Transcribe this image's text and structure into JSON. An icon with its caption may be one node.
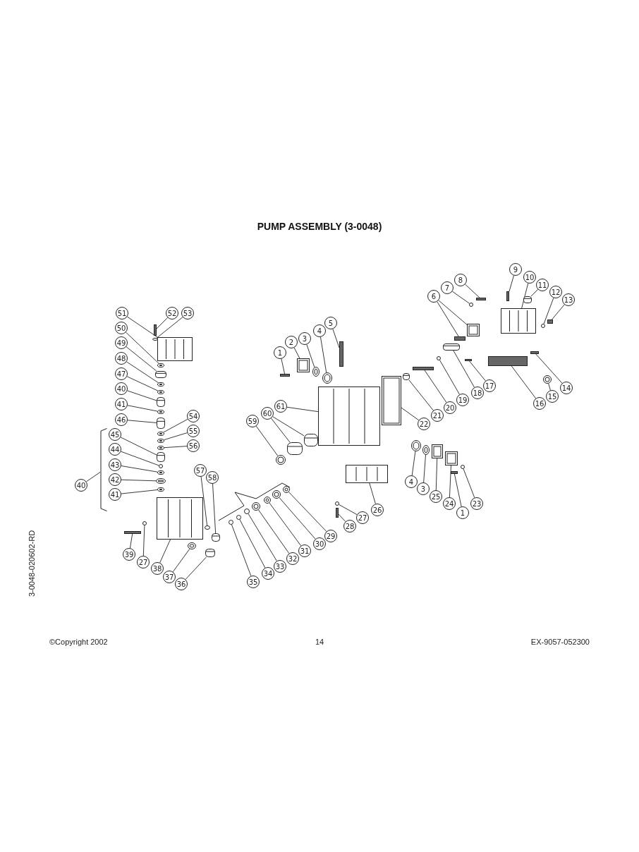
{
  "diagram": {
    "title": "PUMP ASSEMBLY (3-0048)",
    "nodes": [
      {
        "text": [
          "51"
        ]
      },
      {
        "text": [
          "52"
        ]
      },
      {
        "text": [
          "53"
        ]
      },
      {
        "text": [
          "50"
        ]
      },
      {
        "text": [
          "49"
        ]
      },
      {
        "text": [
          "48"
        ]
      },
      {
        "text": [
          "47"
        ]
      },
      {
        "text": [
          "40"
        ]
      },
      {
        "text": [
          "41"
        ]
      },
      {
        "text": [
          "46"
        ]
      },
      {
        "text": [
          "54"
        ]
      },
      {
        "text": [
          "55"
        ]
      },
      {
        "text": [
          "56"
        ]
      },
      {
        "text": [
          "45"
        ]
      },
      {
        "text": [
          "44"
        ]
      },
      {
        "text": [
          "43"
        ]
      },
      {
        "text": [
          "42"
        ]
      },
      {
        "text": [
          "41"
        ]
      },
      {
        "text": [
          "40"
        ]
      },
      {
        "text": [
          "57"
        ]
      },
      {
        "text": [
          "58"
        ]
      },
      {
        "text": [
          "39"
        ]
      },
      {
        "text": [
          "27"
        ]
      },
      {
        "text": [
          "38"
        ]
      },
      {
        "text": [
          "37"
        ]
      },
      {
        "text": [
          "36"
        ]
      },
      {
        "text": [
          "1"
        ]
      },
      {
        "text": [
          "2"
        ]
      },
      {
        "text": [
          "3"
        ]
      },
      {
        "text": [
          "4"
        ]
      },
      {
        "text": [
          "5"
        ]
      },
      {
        "text": [
          "61"
        ]
      },
      {
        "text": [
          "60"
        ]
      },
      {
        "text": [
          "59"
        ]
      },
      {
        "text": [
          "26"
        ]
      },
      {
        "text": [
          "27"
        ]
      },
      {
        "text": [
          "28"
        ]
      },
      {
        "text": [
          "29"
        ]
      },
      {
        "text": [
          "30"
        ]
      },
      {
        "text": [
          "31"
        ]
      },
      {
        "text": [
          "32"
        ]
      },
      {
        "text": [
          "33"
        ]
      },
      {
        "text": [
          "34"
        ]
      },
      {
        "text": [
          "35"
        ]
      },
      {
        "text": [
          "9"
        ]
      },
      {
        "text": [
          "10"
        ]
      },
      {
        "text": [
          "11"
        ]
      },
      {
        "text": [
          "12"
        ]
      },
      {
        "text": [
          "13"
        ]
      },
      {
        "text": [
          "6"
        ]
      },
      {
        "text": [
          "7"
        ]
      },
      {
        "text": [
          "8"
        ]
      },
      {
        "text": [
          "14"
        ]
      },
      {
        "text": [
          "15"
        ]
      },
      {
        "text": [
          "16"
        ]
      },
      {
        "text": [
          "17"
        ]
      },
      {
        "text": [
          "18"
        ]
      },
      {
        "text": [
          "19"
        ]
      },
      {
        "text": [
          "20"
        ]
      },
      {
        "text": [
          "21"
        ]
      },
      {
        "text": [
          "22"
        ]
      },
      {
        "text": [
          "4"
        ]
      },
      {
        "text": [
          "3"
        ]
      },
      {
        "text": [
          "25"
        ]
      },
      {
        "text": [
          "24"
        ]
      },
      {
        "text": [
          "1"
        ]
      },
      {
        "text": [
          "23"
        ]
      },
      {
        "text": [],
        "shape": "box"
      },
      {
        "text": [],
        "shape": "bar"
      },
      {
        "text": [],
        "shape": "circle"
      },
      {
        "text": [],
        "shape": "circle"
      },
      {
        "text": [],
        "shape": "cylinder"
      },
      {
        "text": [],
        "shape": "circle"
      },
      {
        "text": [],
        "shape": "circle"
      },
      {
        "text": [],
        "shape": "cylinder"
      },
      {
        "text": [],
        "shape": "circle"
      },
      {
        "text": [],
        "shape": "cylinder"
      },
      {
        "text": [],
        "shape": "circle"
      },
      {
        "text": [],
        "shape": "circle"
      },
      {
        "text": [],
        "shape": "circle"
      },
      {
        "text": [],
        "shape": "cylinder"
      },
      {
        "text": [],
        "shape": "circle"
      },
      {
        "text": [],
        "shape": "circle"
      },
      {
        "text": [],
        "shape": "circle"
      },
      {
        "text": [],
        "shape": "circle"
      },
      {
        "text": [],
        "shape": "bracket"
      },
      {
        "text": [],
        "shape": "circle"
      },
      {
        "text": [],
        "shape": "cylinder"
      },
      {
        "text": [],
        "shape": "bar"
      },
      {
        "text": [],
        "shape": "circle"
      },
      {
        "text": [],
        "shape": "box"
      },
      {
        "text": [],
        "shape": "circle"
      },
      {
        "text": [],
        "shape": "cylinder"
      },
      {
        "text": [],
        "shape": "bar"
      },
      {
        "text": [],
        "shape": "box"
      },
      {
        "text": [],
        "shape": "circle"
      },
      {
        "text": [],
        "shape": "circle"
      },
      {
        "text": [],
        "shape": "bar"
      },
      {
        "text": [],
        "shape": "box"
      },
      {
        "text": [],
        "shape": "cylinder"
      },
      {
        "text": [],
        "shape": "cylinder"
      },
      {
        "text": [],
        "shape": "circle"
      },
      {
        "text": [],
        "shape": "box"
      },
      {
        "text": [],
        "shape": "circle"
      },
      {
        "text": [],
        "shape": "bar"
      },
      {
        "text": [],
        "shape": "circle"
      },
      {
        "text": [],
        "shape": "circle"
      },
      {
        "text": [],
        "shape": "circle"
      },
      {
        "text": [],
        "shape": "circle"
      },
      {
        "text": [],
        "shape": "circle"
      },
      {
        "text": [],
        "shape": "circle"
      },
      {
        "text": [],
        "shape": "circle"
      },
      {
        "text": [],
        "shape": "bar"
      },
      {
        "text": [],
        "shape": "box"
      },
      {
        "text": [],
        "shape": "cylinder"
      },
      {
        "text": [],
        "shape": "circle"
      },
      {
        "text": [],
        "shape": "bar"
      },
      {
        "text": [],
        "shape": "bar"
      },
      {
        "text": [],
        "shape": "box"
      },
      {
        "text": [],
        "shape": "circle"
      },
      {
        "text": [],
        "shape": "bar"
      },
      {
        "text": [],
        "shape": "bar"
      },
      {
        "text": [],
        "shape": "circle"
      },
      {
        "text": [],
        "shape": "bar"
      },
      {
        "text": [],
        "shape": "bar"
      },
      {
        "text": [],
        "shape": "cylinder"
      },
      {
        "text": [],
        "shape": "circle"
      },
      {
        "text": [],
        "shape": "bar"
      },
      {
        "text": [],
        "shape": "cylinder"
      },
      {
        "text": [],
        "shape": "box"
      },
      {
        "text": [],
        "shape": "circle"
      },
      {
        "text": [],
        "shape": "circle"
      },
      {
        "text": [],
        "shape": "box"
      },
      {
        "text": [],
        "shape": "box"
      },
      {
        "text": [],
        "shape": "bar"
      },
      {
        "text": [],
        "shape": "circle"
      }
    ],
    "edges": [
      {
        "from": 0,
        "to": 67,
        "arrow": "none"
      },
      {
        "from": 1,
        "to": 68,
        "arrow": "none"
      },
      {
        "from": 2,
        "to": 69,
        "arrow": "none"
      },
      {
        "from": 3,
        "to": 70,
        "arrow": "none"
      },
      {
        "from": 4,
        "to": 71,
        "arrow": "none"
      },
      {
        "from": 5,
        "to": 72,
        "arrow": "none"
      },
      {
        "from": 6,
        "to": 73,
        "arrow": "none"
      },
      {
        "from": 7,
        "to": 74,
        "arrow": "none"
      },
      {
        "from": 8,
        "to": 75,
        "arrow": "none"
      },
      {
        "from": 9,
        "to": 76,
        "arrow": "none"
      },
      {
        "from": 10,
        "to": 77,
        "arrow": "none"
      },
      {
        "from": 11,
        "to": 78,
        "arrow": "none"
      },
      {
        "from": 12,
        "to": 79,
        "arrow": "none"
      },
      {
        "from": 13,
        "to": 80,
        "arrow": "none"
      },
      {
        "from": 14,
        "to": 81,
        "arrow": "none"
      },
      {
        "from": 15,
        "to": 82,
        "arrow": "none"
      },
      {
        "from": 16,
        "to": 83,
        "arrow": "none"
      },
      {
        "from": 17,
        "to": 84,
        "arrow": "none"
      },
      {
        "from": 18,
        "to": 85,
        "arrow": "none"
      },
      {
        "from": 19,
        "to": 86,
        "arrow": "none"
      },
      {
        "from": 20,
        "to": 87,
        "arrow": "none"
      },
      {
        "from": 21,
        "to": 88,
        "arrow": "none"
      },
      {
        "from": 22,
        "to": 89,
        "arrow": "none"
      },
      {
        "from": 23,
        "to": 90,
        "arrow": "none"
      },
      {
        "from": 24,
        "to": 91,
        "arrow": "none"
      },
      {
        "from": 25,
        "to": 92,
        "arrow": "none"
      },
      {
        "from": 26,
        "to": 93,
        "arrow": "none"
      },
      {
        "from": 27,
        "to": 94,
        "arrow": "none"
      },
      {
        "from": 28,
        "to": 95,
        "arrow": "none"
      },
      {
        "from": 29,
        "to": 96,
        "arrow": "none"
      },
      {
        "from": 30,
        "to": 97,
        "arrow": "none"
      },
      {
        "from": 31,
        "to": 98,
        "arrow": "none"
      },
      {
        "from": 32,
        "to": 99,
        "arrow": "none"
      },
      {
        "from": 32,
        "to": 100,
        "arrow": "none"
      },
      {
        "from": 33,
        "to": 101,
        "arrow": "none"
      },
      {
        "from": 34,
        "to": 102,
        "arrow": "none"
      },
      {
        "from": 35,
        "to": 103,
        "arrow": "none"
      },
      {
        "from": 36,
        "to": 104,
        "arrow": "none"
      },
      {
        "from": 37,
        "to": 105,
        "arrow": "none"
      },
      {
        "from": 38,
        "to": 106,
        "arrow": "none"
      },
      {
        "from": 39,
        "to": 107,
        "arrow": "none"
      },
      {
        "from": 40,
        "to": 108,
        "arrow": "none"
      },
      {
        "from": 41,
        "to": 109,
        "arrow": "none"
      },
      {
        "from": 42,
        "to": 110,
        "arrow": "none"
      },
      {
        "from": 43,
        "to": 111,
        "arrow": "none"
      },
      {
        "from": 44,
        "to": 112,
        "arrow": "none"
      },
      {
        "from": 45,
        "to": 113,
        "arrow": "none"
      },
      {
        "from": 46,
        "to": 114,
        "arrow": "none"
      },
      {
        "from": 47,
        "to": 115,
        "arrow": "none"
      },
      {
        "from": 48,
        "to": 116,
        "arrow": "none"
      },
      {
        "from": 49,
        "to": 117,
        "arrow": "none"
      },
      {
        "from": 49,
        "to": 118,
        "arrow": "none"
      },
      {
        "from": 50,
        "to": 119,
        "arrow": "none"
      },
      {
        "from": 51,
        "to": 120,
        "arrow": "none"
      },
      {
        "from": 52,
        "to": 121,
        "arrow": "none"
      },
      {
        "from": 53,
        "to": 122,
        "arrow": "none"
      },
      {
        "from": 54,
        "to": 123,
        "arrow": "none"
      },
      {
        "from": 55,
        "to": 124,
        "arrow": "none"
      },
      {
        "from": 56,
        "to": 125,
        "arrow": "none"
      },
      {
        "from": 57,
        "to": 126,
        "arrow": "none"
      },
      {
        "from": 58,
        "to": 127,
        "arrow": "none"
      },
      {
        "from": 59,
        "to": 128,
        "arrow": "none"
      },
      {
        "from": 60,
        "to": 129,
        "arrow": "none"
      },
      {
        "from": 61,
        "to": 130,
        "arrow": "none"
      },
      {
        "from": 62,
        "to": 131,
        "arrow": "none"
      },
      {
        "from": 63,
        "to": 132,
        "arrow": "none"
      },
      {
        "from": 64,
        "to": 133,
        "arrow": "none"
      },
      {
        "from": 65,
        "to": 134,
        "arrow": "none"
      },
      {
        "from": 66,
        "to": 135,
        "arrow": "none"
      }
    ],
    "labels": [
      "3-0048-020602-RD",
      "©Copyright 2002",
      "14",
      "EX-9057-052300"
    ]
  }
}
